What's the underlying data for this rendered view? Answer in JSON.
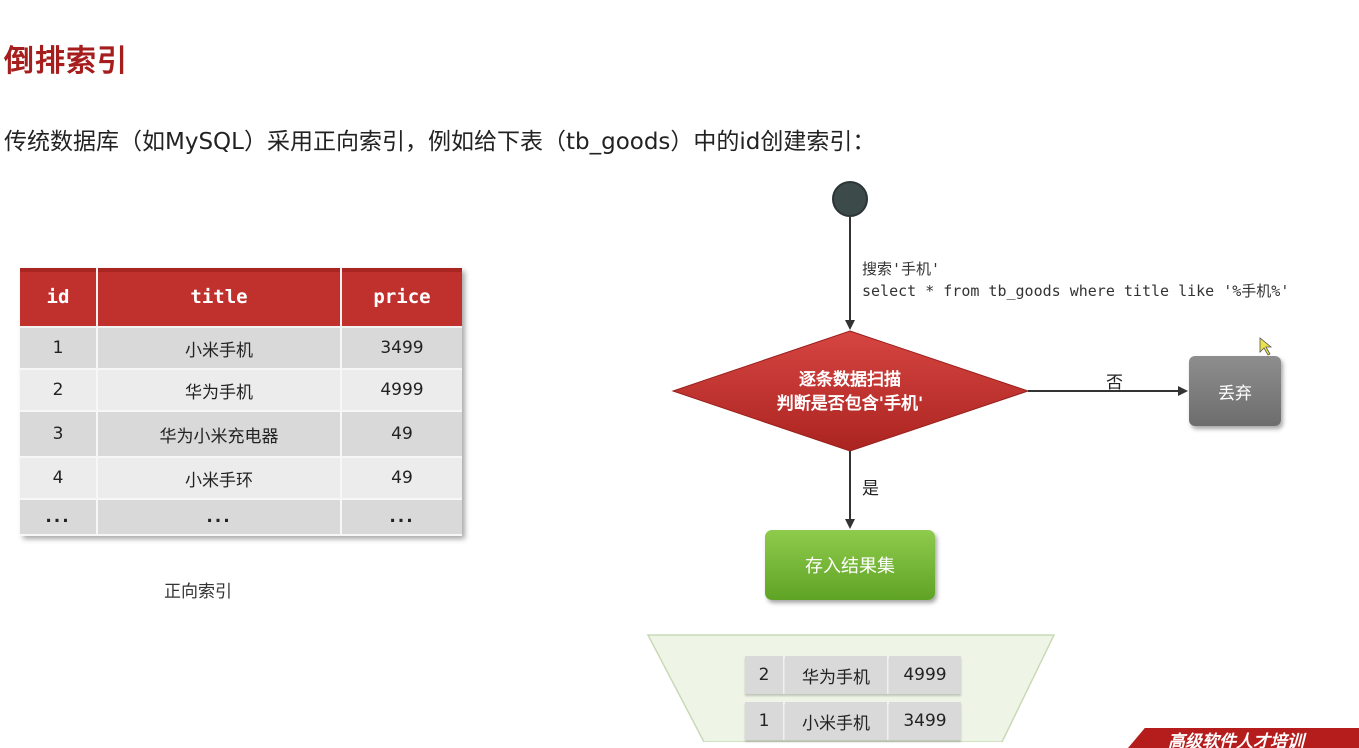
{
  "page": {
    "heading": "倒排索引",
    "intro": "传统数据库（如MySQL）采用正向索引，例如给下表（tb_goods）中的id创建索引："
  },
  "forward_index_table": {
    "headers": {
      "id": "id",
      "title": "title",
      "price": "price"
    },
    "rows": [
      {
        "id": "1",
        "title": "小米手机",
        "price": "3499"
      },
      {
        "id": "2",
        "title": "华为手机",
        "price": "4999"
      },
      {
        "id": "3",
        "title": "华为小米充电器",
        "price": "49"
      },
      {
        "id": "4",
        "title": "小米手环",
        "price": "49"
      },
      {
        "id": "...",
        "title": "...",
        "price": "..."
      }
    ],
    "caption": "正向索引"
  },
  "flowchart": {
    "query_line1": "搜索'手机'",
    "query_line2": "select * from tb_goods where title like '%手机%'",
    "decision_line1": "逐条数据扫描",
    "decision_line2": "判断是否包含'手机'",
    "no_label": "否",
    "yes_label": "是",
    "discard": "丢弃",
    "store": "存入结果集",
    "result_rows": [
      {
        "id": "2",
        "title": "华为手机",
        "price": "4999"
      },
      {
        "id": "1",
        "title": "小米手机",
        "price": "3499"
      }
    ]
  },
  "colors": {
    "heading": "#a51d1d",
    "table_header": "#c0312e",
    "decision": "#c0312e",
    "discard": "#7a7a7a",
    "store": "#6aaf2e",
    "funnel": "#eef5e6",
    "start_node": "#3d4a4a"
  },
  "banner": {
    "text": "高级软件人才培训"
  }
}
